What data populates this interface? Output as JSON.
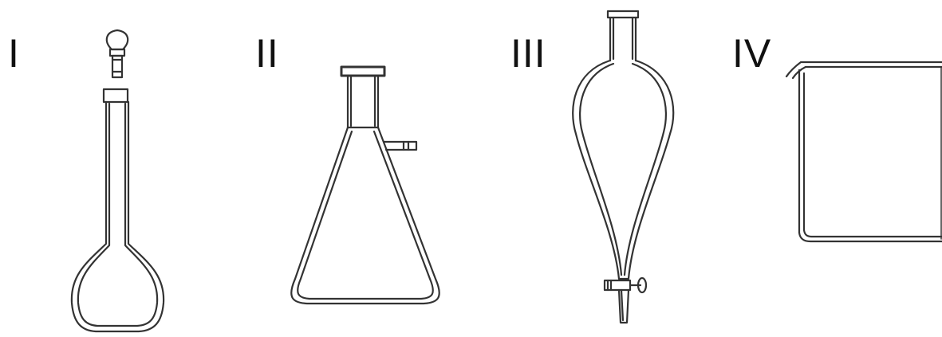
{
  "labels": {
    "flask_1": "I",
    "flask_2": "II",
    "funnel_3": "III",
    "beaker_4": "IV"
  },
  "colors": {
    "outline": "#333333",
    "background": "#ffffff"
  },
  "items": [
    {
      "id": "I",
      "icon": "volumetric-flask-icon"
    },
    {
      "id": "II",
      "icon": "filter-flask-icon"
    },
    {
      "id": "III",
      "icon": "separatory-funnel-icon"
    },
    {
      "id": "IV",
      "icon": "beaker-icon"
    }
  ]
}
